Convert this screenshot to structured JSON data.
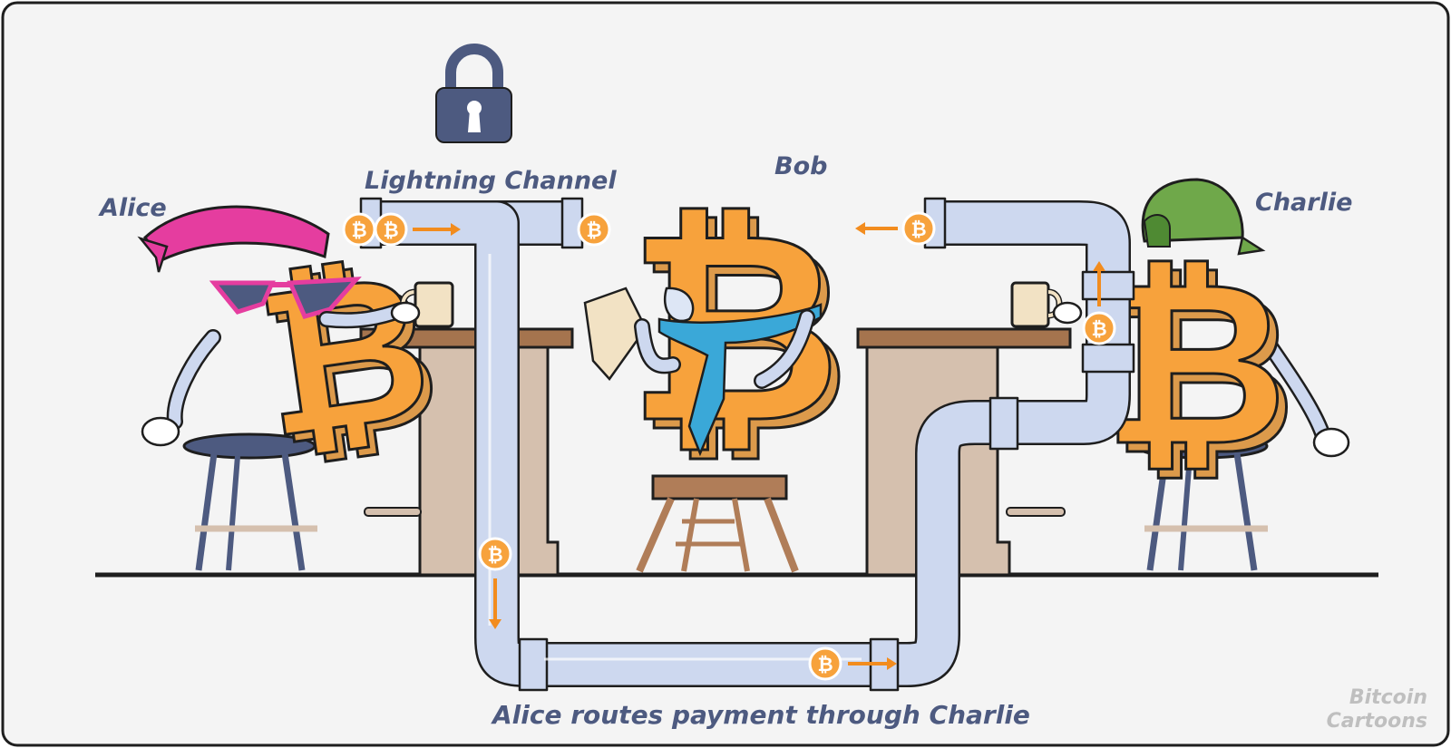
{
  "labels": {
    "alice": "Alice",
    "bob": "Bob",
    "charlie": "Charlie",
    "channel": "Lightning Channel",
    "caption": "Alice routes payment through Charlie"
  },
  "watermark": {
    "line1": "Bitcoin",
    "line2": "Cartoons"
  },
  "colors": {
    "background": "#f4f4f4",
    "frame": "#1e1e1e",
    "label_text": "#4d5a80",
    "bitcoin_orange": "#f7a23c",
    "bitcoin_shadow": "#dc9a4b",
    "pipe_fill": "#cdd8ef",
    "bandana_pink": "#e53d9f",
    "cap_green": "#6fa84a",
    "scarf_blue": "#3aa8d8",
    "lock_body": "#4d5a80",
    "table_top": "#a5744e",
    "table_leg": "#d5c0ae",
    "arrow_orange": "#f28c1e"
  },
  "icons": {
    "lock": "padlock-icon",
    "coin": "bitcoin-coin-icon",
    "arrow": "arrow-icon"
  }
}
